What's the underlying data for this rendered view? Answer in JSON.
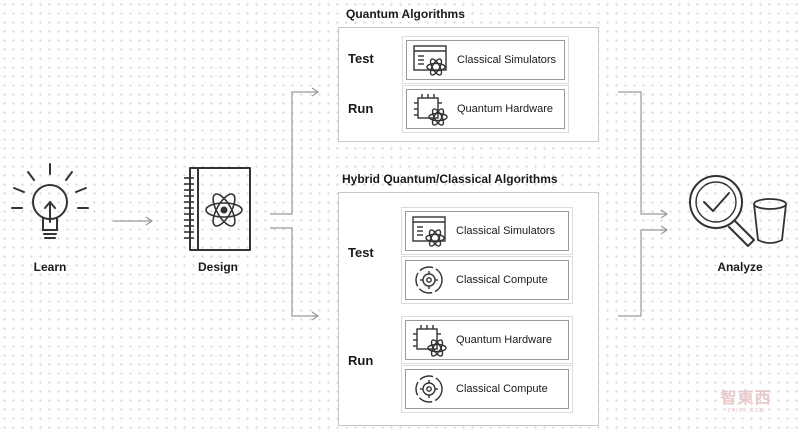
{
  "stages": {
    "learn": "Learn",
    "design": "Design",
    "analyze": "Analyze"
  },
  "quantum": {
    "title": "Quantum Algorithms",
    "test_label": "Test",
    "run_label": "Run",
    "test_card": "Classical Simulators",
    "run_card": "Quantum Hardware"
  },
  "hybrid": {
    "title": "Hybrid Quantum/Classical Algorithms",
    "test_label": "Test",
    "run_label": "Run",
    "test_cards": [
      "Classical Simulators",
      "Classical Compute"
    ],
    "run_cards": [
      "Quantum Hardware",
      "Classical Compute"
    ]
  },
  "watermark": {
    "main": "智東西",
    "sub": "ZHIDX.COM"
  },
  "colors": {
    "line": "#9a9a9a",
    "icon": "#333333",
    "box_border": "#c8c8c8"
  },
  "icons": [
    "lightbulb-icon",
    "notebook-atom-icon",
    "simulator-atom-icon",
    "chip-atom-icon",
    "gear-cycle-icon",
    "magnifier-check-icon",
    "bucket-icon"
  ]
}
